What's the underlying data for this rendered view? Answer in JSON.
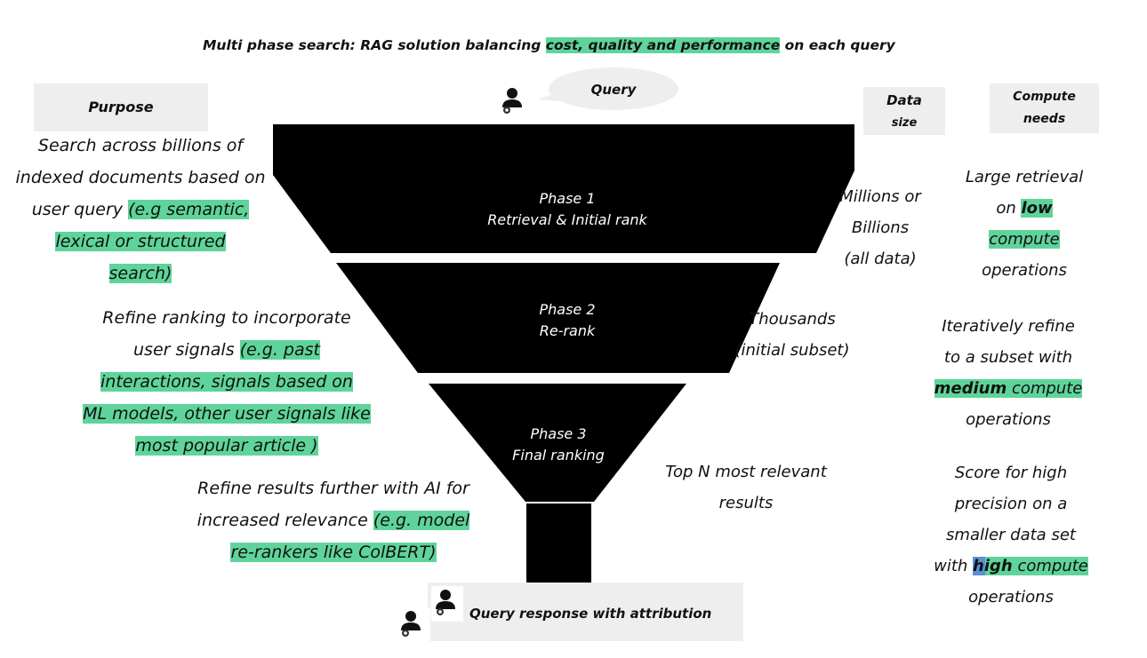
{
  "title": {
    "pre": "Multi phase search: RAG solution balancing ",
    "hl": "cost, quality and performance",
    "post": " on each query"
  },
  "headers": {
    "purpose": "Purpose",
    "data_size_1": "Data",
    "data_size_2": "size",
    "compute_1": "Compute",
    "compute_2": "needs"
  },
  "query_bubble": "Query",
  "phases": [
    {
      "name": "Phase 1",
      "desc": "Retrieval & Initial rank"
    },
    {
      "name": "Phase 2",
      "desc": "Re-rank"
    },
    {
      "name": "Phase 3",
      "desc": "Final ranking"
    }
  ],
  "purpose": {
    "p1": {
      "l1": "Search across billions of",
      "l2": "indexed documents based on",
      "l3a": "user query ",
      "l3b": "(e.g semantic,",
      "l4": "lexical or structured",
      "l5": "search)"
    },
    "p2": {
      "l1": "Refine ranking to incorporate",
      "l2a": "user signals  ",
      "l2b": "(e.g. past",
      "l3": "interactions, signals based on",
      "l4": "ML models, other user signals like",
      "l5": "most popular article )"
    },
    "p3": {
      "l1": "Refine results further with AI  for",
      "l2a": "increased relevance ",
      "l2b": "(e.g. model",
      "l3": "re-rankers like ColBERT)"
    }
  },
  "data_size": {
    "d1": {
      "l1": "Millions or",
      "l2": "Billions",
      "l3": "(all data)"
    },
    "d2": {
      "l1": "Thousands",
      "l2": "(initial subset)"
    },
    "d3": {
      "l1": "Top N most relevant",
      "l2": "results"
    }
  },
  "compute": {
    "c1": {
      "l1": "Large retrieval",
      "l2a": "on ",
      "l2b": "low",
      "l3": "compute",
      "l4": "operations"
    },
    "c2": {
      "l1": "Iteratively refine",
      "l2": "to a subset  with",
      "l3a": "medium",
      "l3b": " compute",
      "l4": "operations"
    },
    "c3": {
      "l1": "Score for high",
      "l2": "precision on a",
      "l3": "smaller data set",
      "l4a": "with ",
      "l4b": "high",
      "l4c": " compute",
      "l5": "operations"
    }
  },
  "response": "Query response with attribution",
  "colors": {
    "highlight_green": "#5fd49a",
    "highlight_blue": "#5b8fd6",
    "funnel": "#000000",
    "label_box": "#eeeeee"
  },
  "icons": [
    "user-icon",
    "speech-bubble"
  ]
}
